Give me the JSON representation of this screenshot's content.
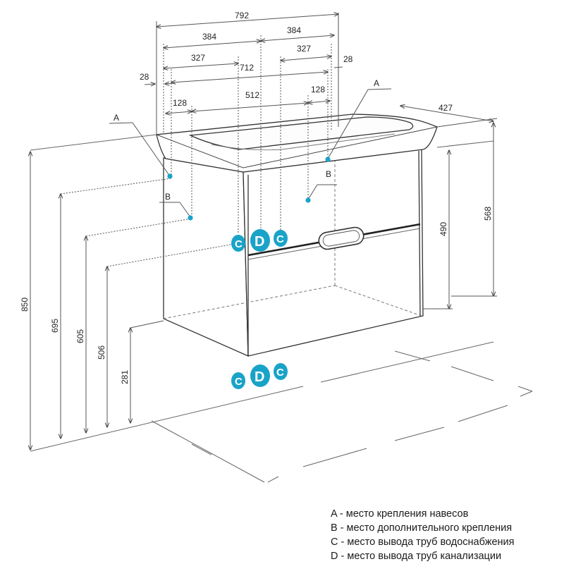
{
  "dimensions": {
    "width_total": "792",
    "half_left": "384",
    "half_right": "384",
    "inner_left": "327",
    "inner_right": "327",
    "inner_span": "712",
    "inner_span_rest": "512",
    "offset_left": "28",
    "offset_right": "28",
    "bracket_left": "128",
    "bracket_right": "128",
    "depth": "427",
    "height_total": "850",
    "height_mount_a": "695",
    "height_mount_b": "605",
    "height_pipes_c": "506",
    "height_pipes_d": "281",
    "height_body": "568",
    "height_front": "490"
  },
  "labels": {
    "a_left": "A",
    "a_right": "A",
    "b_left": "B",
    "b_right": "B"
  },
  "markers": {
    "c": "C",
    "d": "D"
  },
  "legend": [
    "A - место крепления навесов",
    "B - место дополнительного крепления",
    "C - место вывода труб водоснабжения",
    "D - место вывода труб канализации"
  ],
  "colors": {
    "accent": "#1aa3c8",
    "line": "#3a3a3a",
    "dim_line": "#555555"
  }
}
